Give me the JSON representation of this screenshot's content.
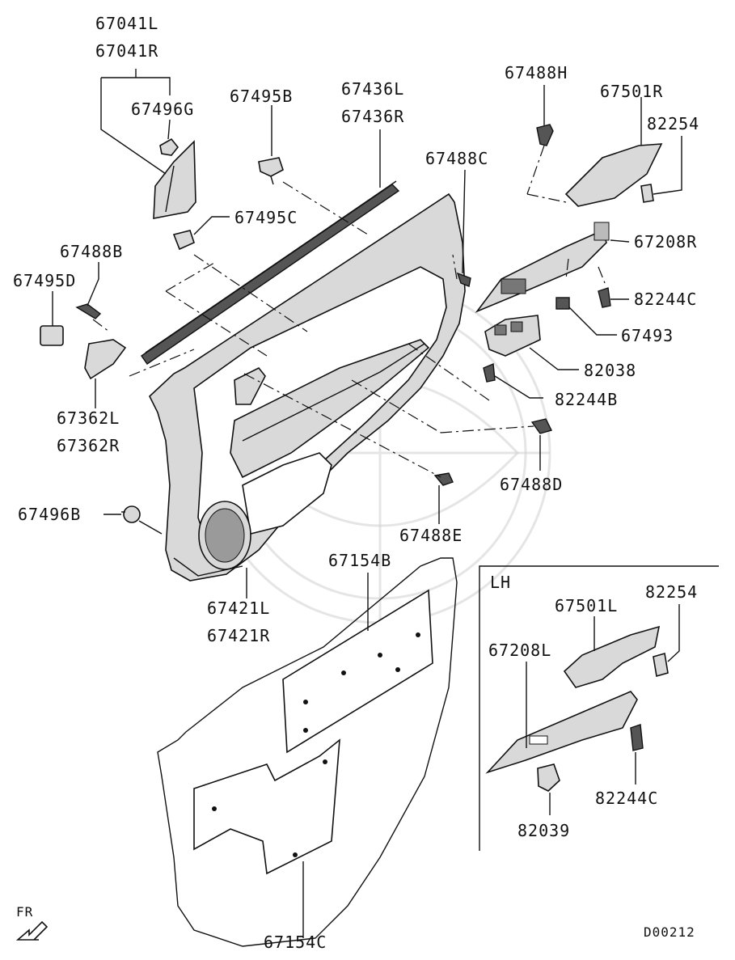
{
  "callouts": {
    "p67041L": "67041L",
    "p67041R": "67041R",
    "p67496G": "67496G",
    "p67495B": "67495B",
    "p67436L": "67436L",
    "p67436R": "67436R",
    "p67488H": "67488H",
    "p67501R": "67501R",
    "p82254": "82254",
    "p67488C": "67488C",
    "p67495C": "67495C",
    "p67208R": "67208R",
    "p67488B": "67488B",
    "p67495D": "67495D",
    "p82244C": "82244C",
    "p67493": "67493",
    "p82038": "82038",
    "p82244B": "82244B",
    "p67362L": "67362L",
    "p67362R": "67362R",
    "p67488D": "67488D",
    "p67496B": "67496B",
    "p67488E": "67488E",
    "p67154B": "67154B",
    "p67421L": "67421L",
    "p67421R": "67421R",
    "p67154C": "67154C"
  },
  "inset": {
    "title": "LH",
    "p67501L": "67501L",
    "p82254": "82254",
    "p67208L": "67208L",
    "p82244C": "82244C",
    "p82039": "82039"
  },
  "footer": {
    "direction": "FR",
    "diagram_code": "D00212"
  },
  "colors": {
    "line": "#111111",
    "part_fill": "#d9d9d9",
    "watermark": "#cfcfcf"
  }
}
